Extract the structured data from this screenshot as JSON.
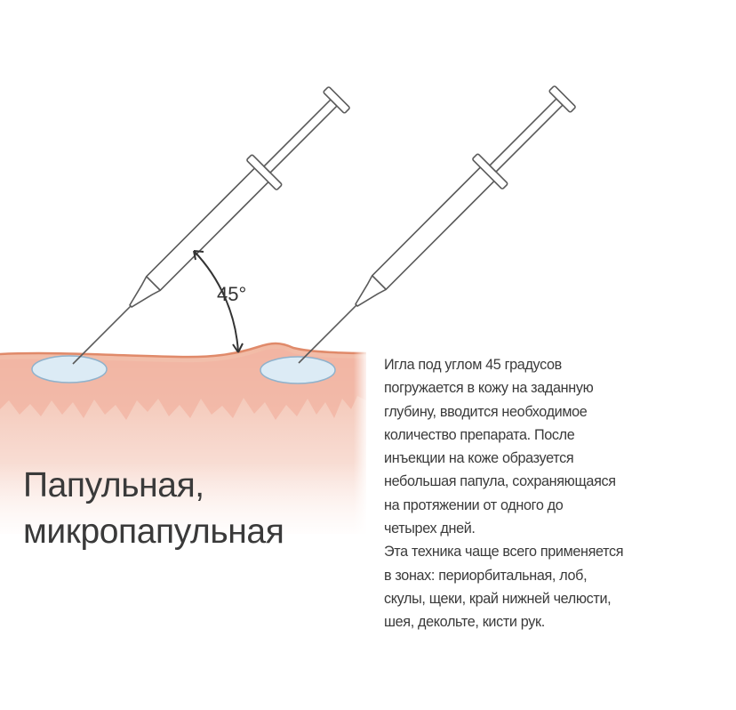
{
  "title": {
    "lines": [
      "Папульная,",
      "микропапульная"
    ]
  },
  "diagram": {
    "angle_label": "45°",
    "colors": {
      "skin_top": "#f1b9a3",
      "skin_mid": "#f6d3c7",
      "skin_fade": "#fdf0ec",
      "skin_edge": "#e08a6a",
      "papule_fill": "#dcebf5",
      "papule_stroke": "#8fb2cc",
      "syringe_stroke": "#5a5a5a"
    },
    "icons": [
      "syringe-icon",
      "syringe-icon"
    ]
  },
  "description": {
    "lines": [
      "Игла под углом 45 градусов",
      "погружается в кожу на заданную",
      "глубину, вводится необходимое",
      "количество препарата. После",
      "инъекции на коже образуется",
      "небольшая папула, сохраняющаяся",
      "на протяжении от одного до",
      "четырех дней.",
      "Эта техника чаще всего применяется",
      "в зонах: периорбитальная, лоб,",
      "скулы, щеки, край нижней челюсти,",
      "шея, декольте, кисти рук."
    ]
  }
}
